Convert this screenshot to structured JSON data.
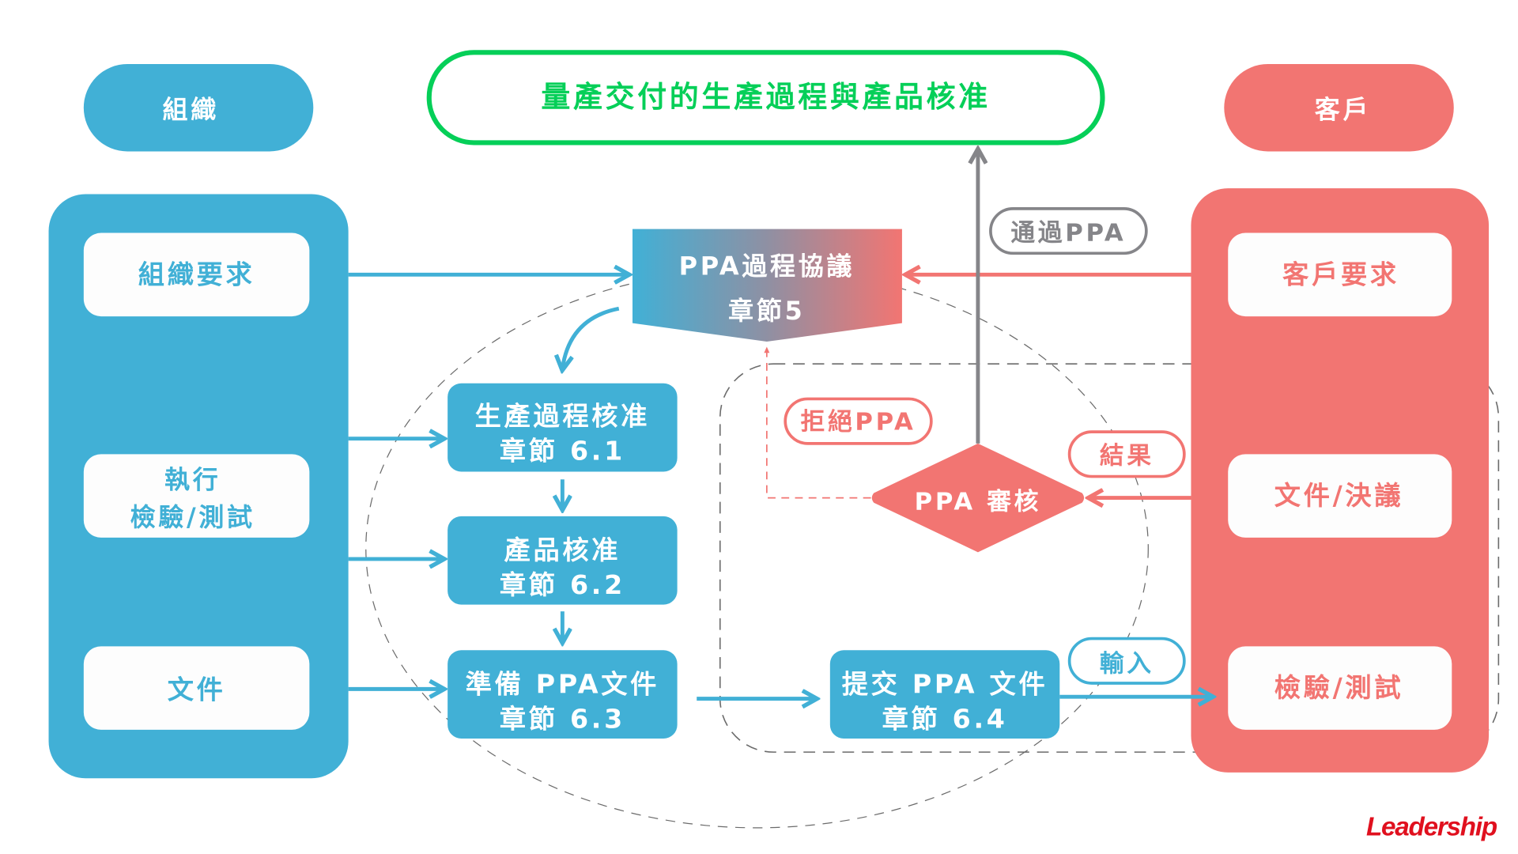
{
  "title": "量產交付的生產過程與產品核准",
  "colors": {
    "blue": "#41b0d6",
    "red": "#f27572",
    "green": "#05cf58",
    "gray": "#858589",
    "dash": "#6b6b6b",
    "logo_red": "#e0101e"
  },
  "left_column": {
    "header": "組織",
    "items": [
      {
        "lines": [
          "組織要求"
        ]
      },
      {
        "lines": [
          "執行",
          "檢驗/測試"
        ]
      },
      {
        "lines": [
          "文件"
        ]
      }
    ]
  },
  "right_column": {
    "header": "客戶",
    "items": [
      {
        "lines": [
          "客戶要求"
        ]
      },
      {
        "lines": [
          "文件/決議"
        ]
      },
      {
        "lines": [
          "檢驗/測試"
        ]
      }
    ]
  },
  "protocol_box": {
    "line1": "PPA過程協議",
    "line2": "章節5"
  },
  "steps": [
    {
      "line1": "生產過程核准",
      "line2": "章節 6.1"
    },
    {
      "line1": "產品核准",
      "line2": "章節 6.2"
    },
    {
      "line1": "準備 PPA文件",
      "line2": "章節 6.3"
    },
    {
      "line1": "提交 PPA 文件",
      "line2": "章節 6.4"
    }
  ],
  "review_diamond": "PPA 審核",
  "labels": {
    "pass": "通過PPA",
    "reject": "拒絕PPA",
    "result": "結果",
    "input": "輸入"
  },
  "logo": "Leadership"
}
